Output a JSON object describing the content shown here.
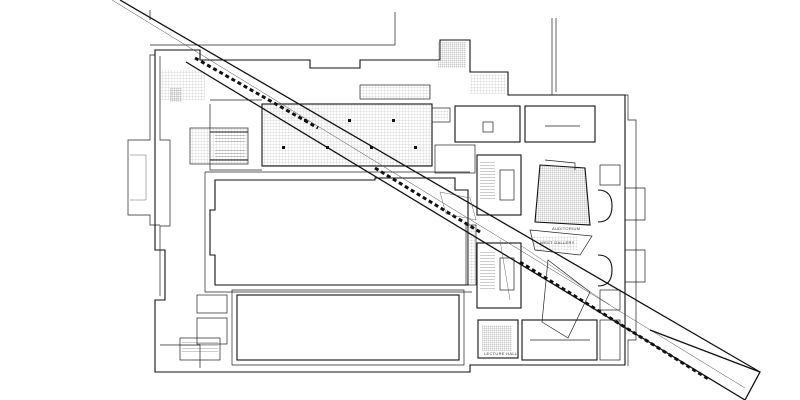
{
  "drawing": {
    "kind": "architectural-floor-plan",
    "line_color": "#111111",
    "background": "#ffffff",
    "labels": [
      "AUDITORIUM",
      "WEST GALLERY",
      "LECTURE HALL"
    ]
  }
}
